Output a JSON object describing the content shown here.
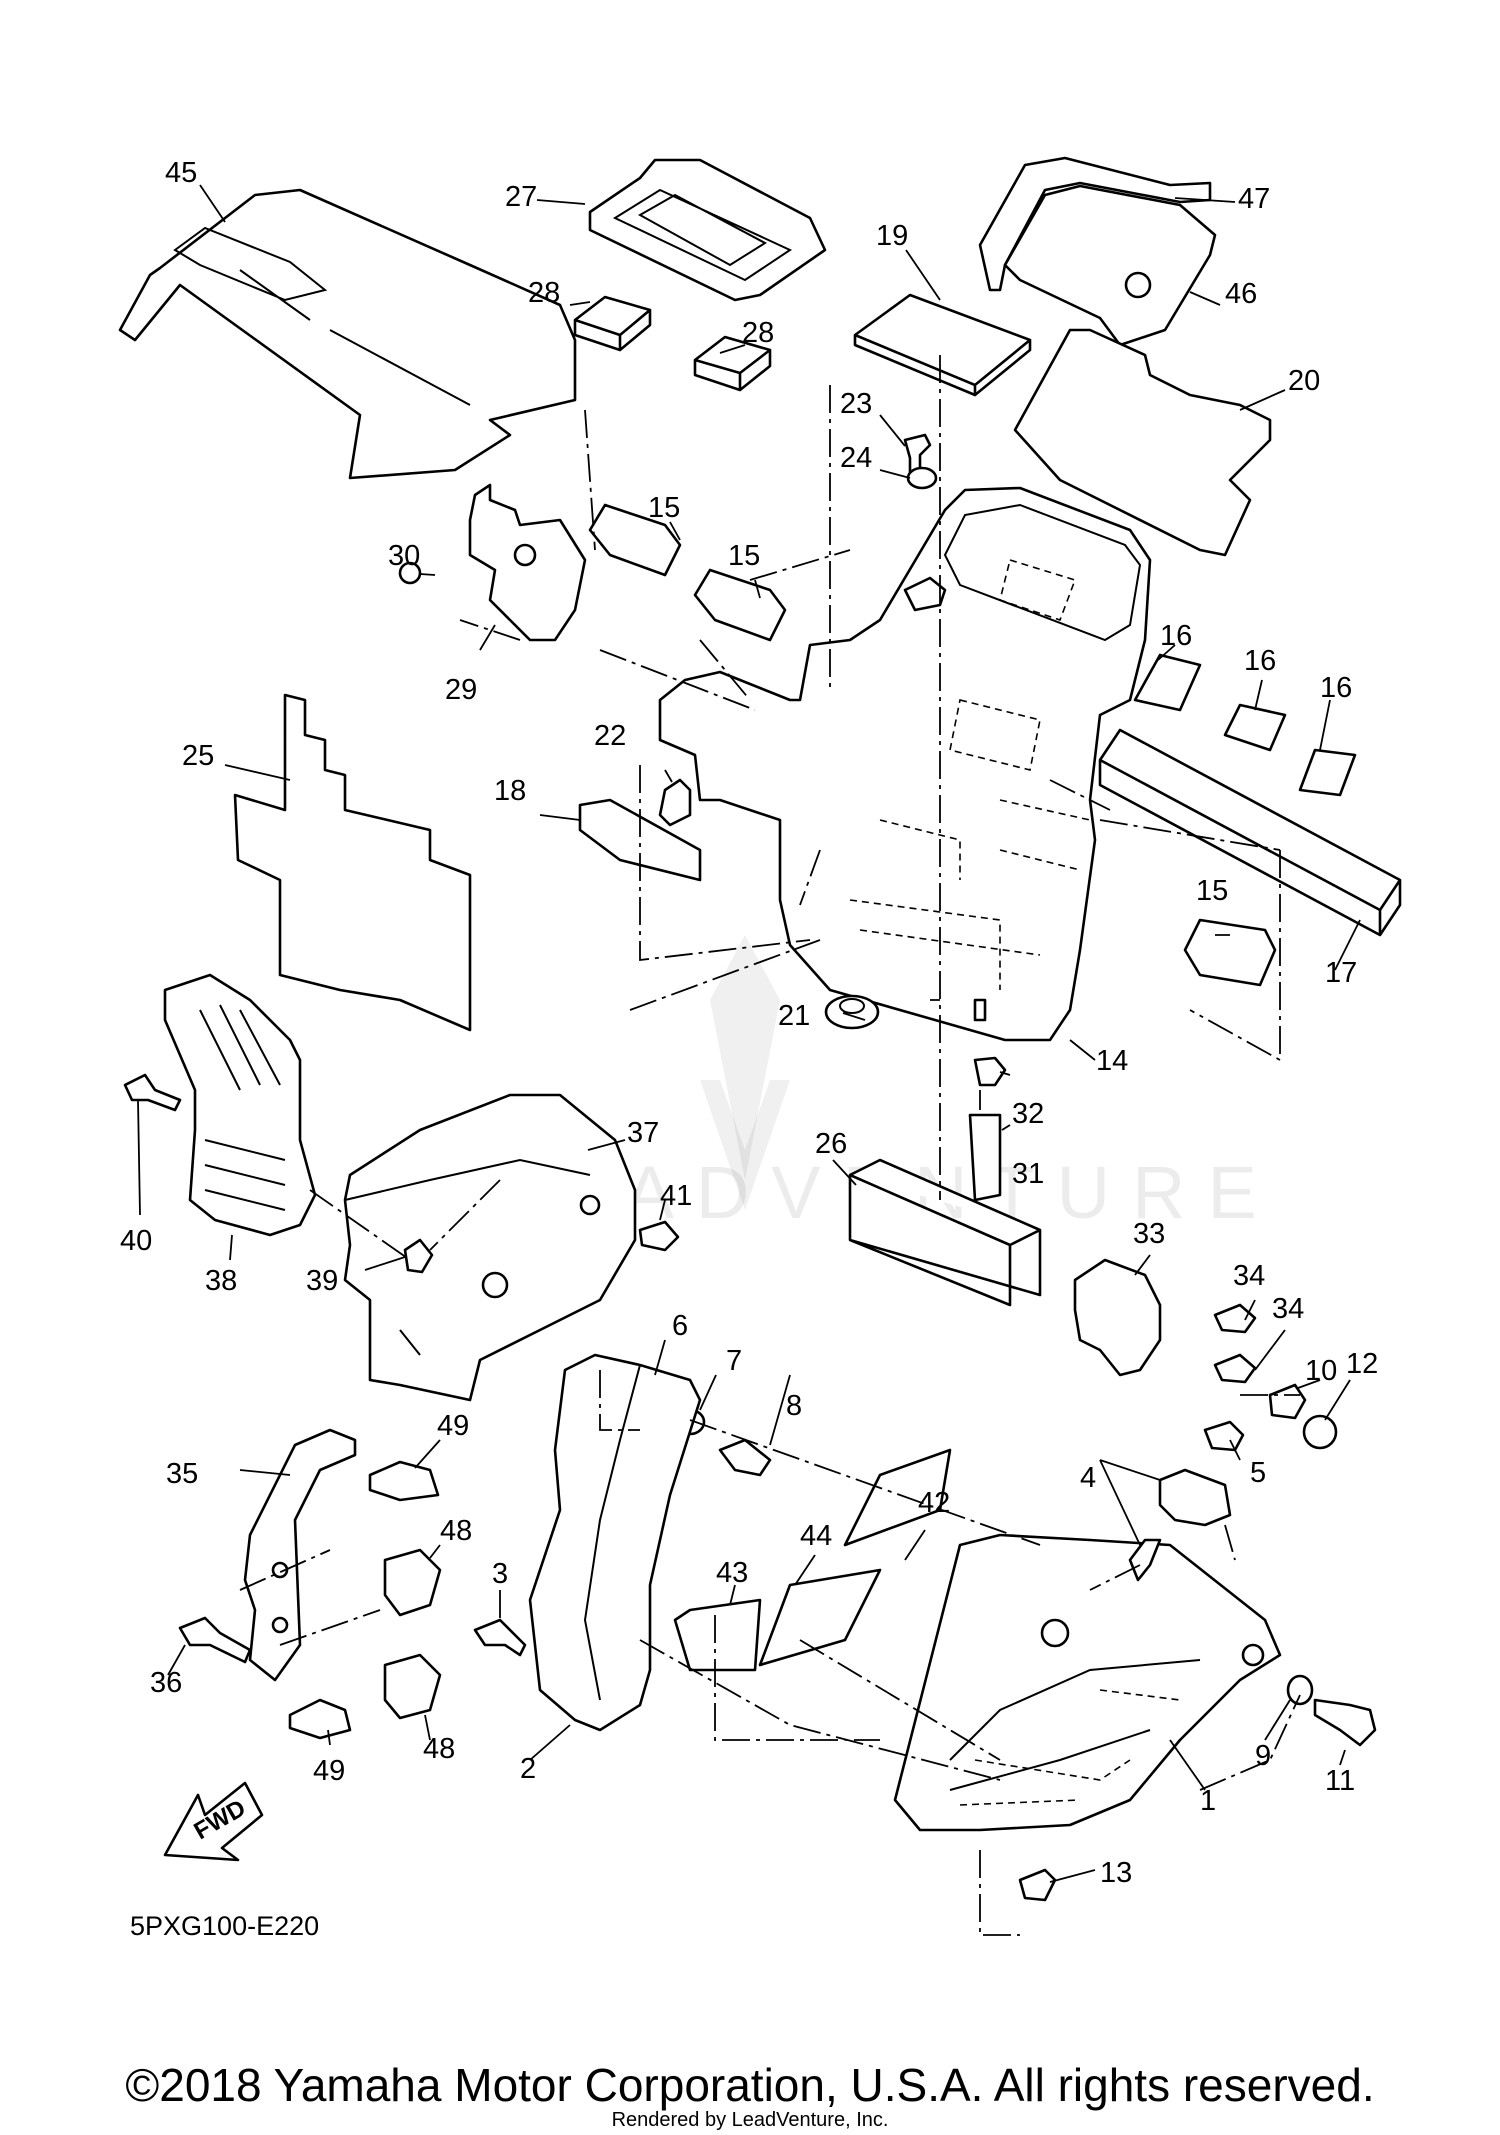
{
  "diagram_code": "5PXG100-E220",
  "fwd_label": "FWD",
  "copyright": "©2018 Yamaha Motor Corporation, U.S.A. All rights reserved.",
  "rendered_by": "Rendered by LeadVenture, Inc.",
  "watermark": "LEADVENTURE",
  "callouts": [
    "45",
    "27",
    "28",
    "28",
    "19",
    "47",
    "46",
    "20",
    "23",
    "24",
    "30",
    "15",
    "15",
    "29",
    "16",
    "16",
    "16",
    "25",
    "22",
    "18",
    "17",
    "15",
    "21",
    "14",
    "32",
    "37",
    "26",
    "31",
    "40",
    "38",
    "39",
    "41",
    "33",
    "34",
    "34",
    "10",
    "12",
    "6",
    "7",
    "8",
    "49",
    "35",
    "48",
    "5",
    "4",
    "3",
    "42",
    "44",
    "43",
    "36",
    "49",
    "48",
    "2",
    "9",
    "11",
    "1",
    "13"
  ]
}
